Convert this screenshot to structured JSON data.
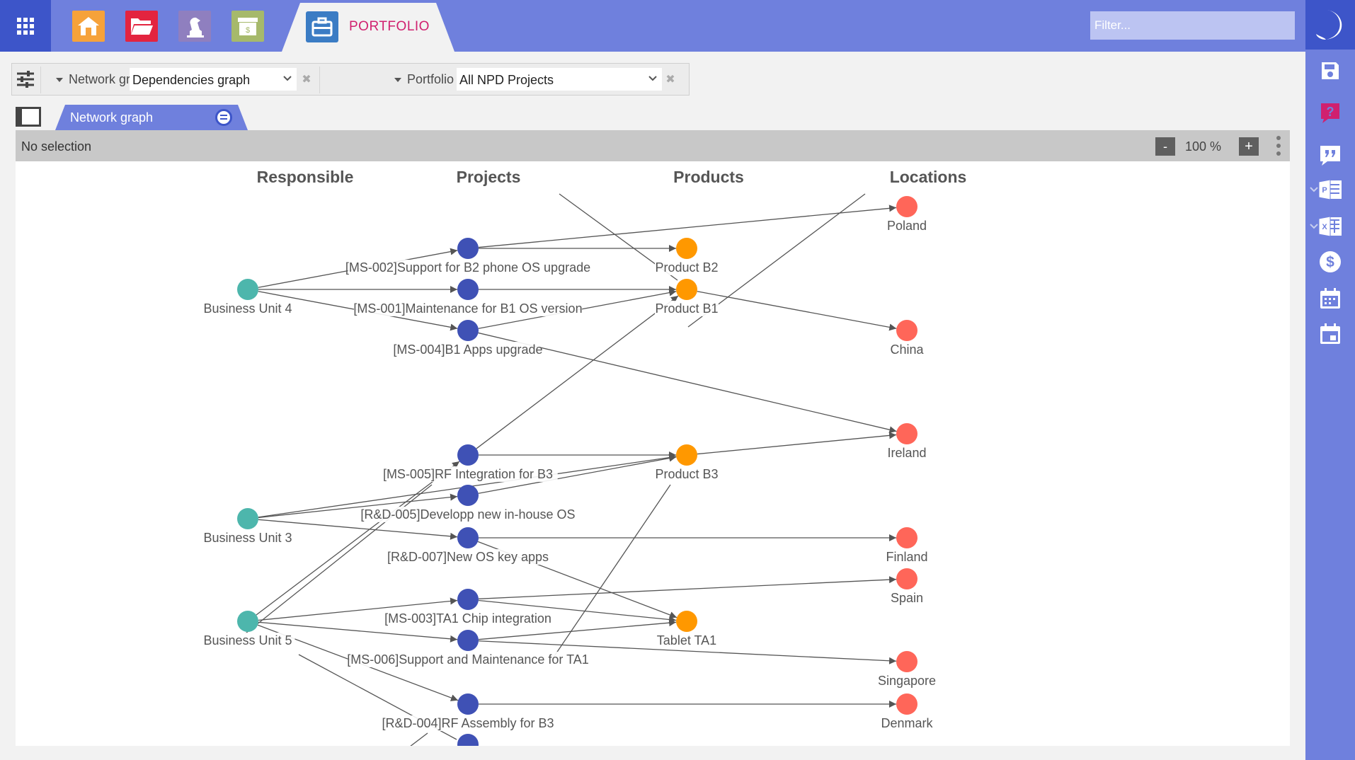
{
  "topbar": {
    "nav_icons": [
      "home-icon",
      "folder-open-icon",
      "strategy-icon",
      "finance-archive-icon"
    ],
    "active_tab": {
      "label": "PORTFOLIO",
      "icon": "briefcase-icon"
    },
    "filter": {
      "placeholder": "Filter..."
    }
  },
  "toolbar": {
    "group1": {
      "label": "Network graph",
      "value": "Dependencies graph"
    },
    "group2": {
      "label": "Portfolio",
      "value": "All NPD Projects"
    },
    "clear_glyph": "✖"
  },
  "view": {
    "tab_label": "Network graph",
    "status_text": "No selection",
    "zoom": {
      "minus": "-",
      "level": "100 %",
      "plus": "+"
    }
  },
  "graph": {
    "columns": [
      "Responsible",
      "Projects",
      "Products",
      "Locations"
    ],
    "nodes": {
      "bu4": {
        "label": "Business Unit 4",
        "type": "responsible"
      },
      "bu3": {
        "label": "Business Unit 3",
        "type": "responsible"
      },
      "bu5": {
        "label": "Business Unit 5",
        "type": "responsible"
      },
      "ms002": {
        "label": "[MS-002]Support for B2 phone OS upgrade",
        "type": "project"
      },
      "ms001": {
        "label": "[MS-001]Maintenance for B1 OS version",
        "type": "project"
      },
      "ms004": {
        "label": "[MS-004]B1 Apps upgrade",
        "type": "project"
      },
      "ms005": {
        "label": "[MS-005]RF Integration for B3",
        "type": "project"
      },
      "rd005": {
        "label": "[R&D-005]Developp new in-house OS",
        "type": "project"
      },
      "rd007": {
        "label": "[R&D-007]New OS key apps",
        "type": "project"
      },
      "ms003": {
        "label": "[MS-003]TA1 Chip integration",
        "type": "project"
      },
      "ms006": {
        "label": "[MS-006]Support and Maintenance for TA1",
        "type": "project"
      },
      "rd004": {
        "label": "[R&D-004]RF Assembly for B3",
        "type": "project"
      },
      "pb2": {
        "label": "Product B2",
        "type": "product"
      },
      "pb1": {
        "label": "Product B1",
        "type": "product"
      },
      "pb3": {
        "label": "Product B3",
        "type": "product"
      },
      "ta1": {
        "label": "Tablet TA1",
        "type": "product"
      },
      "poland": {
        "label": "Poland",
        "type": "location"
      },
      "china": {
        "label": "China",
        "type": "location"
      },
      "ireland": {
        "label": "Ireland",
        "type": "location"
      },
      "finland": {
        "label": "Finland",
        "type": "location"
      },
      "spain": {
        "label": "Spain",
        "type": "location"
      },
      "singapore": {
        "label": "Singapore",
        "type": "location"
      },
      "denmark": {
        "label": "Denmark",
        "type": "location"
      }
    },
    "edges": [
      [
        "bu4",
        "ms002"
      ],
      [
        "bu4",
        "ms001"
      ],
      [
        "bu4",
        "ms004"
      ],
      [
        "ms002",
        "pb2"
      ],
      [
        "ms002",
        "poland"
      ],
      [
        "ms001",
        "pb1"
      ],
      [
        "ms004",
        "pb1"
      ],
      [
        "ms004",
        "ireland"
      ],
      [
        "pb1",
        "china"
      ],
      [
        "ms005",
        "pb1"
      ],
      [
        "ms005",
        "pb3"
      ],
      [
        "bu3",
        "rd005"
      ],
      [
        "bu3",
        "rd007"
      ],
      [
        "bu3",
        "pb3"
      ],
      [
        "rd005",
        "pb3"
      ],
      [
        "rd007",
        "finland"
      ],
      [
        "rd007",
        "ta1"
      ],
      [
        "pb3",
        "ireland"
      ],
      [
        "bu5",
        "ms003"
      ],
      [
        "bu5",
        "ms006"
      ],
      [
        "bu5",
        "ms005"
      ],
      [
        "bu5",
        "rd004"
      ],
      [
        "ms003",
        "spain"
      ],
      [
        "ms003",
        "ta1"
      ],
      [
        "ms006",
        "ta1"
      ],
      [
        "ms006",
        "singapore"
      ],
      [
        "rd004",
        "denmark"
      ]
    ],
    "colors": {
      "responsible": "#4db6ac",
      "project": "#3f51b5",
      "product": "#ff9800",
      "location": "#ff6659",
      "edge": "#555555",
      "label": "#555555",
      "heading": "#555555"
    }
  },
  "rightbar": {
    "icons": [
      "save-icon",
      "help-icon",
      "comments-icon",
      "export-project-icon",
      "export-excel-icon",
      "cost-icon",
      "calendar-icon",
      "event-icon"
    ]
  }
}
